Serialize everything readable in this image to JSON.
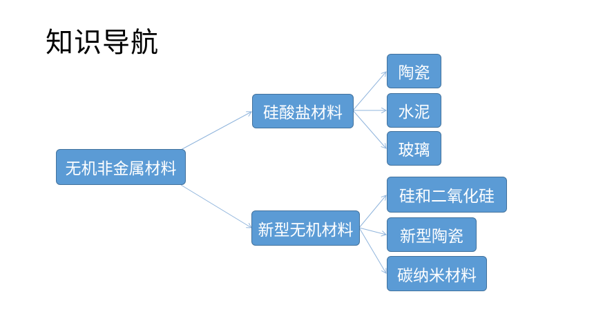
{
  "title": "知识导航",
  "colors": {
    "node_fill": "#5b9bd5",
    "node_border": "#41719c",
    "connector": "#8fb4dc"
  },
  "diagram": {
    "root": "无机非金属材料",
    "branches": [
      {
        "label": "硅酸盐材料",
        "children": [
          "陶瓷",
          "水泥",
          "玻璃"
        ]
      },
      {
        "label": "新型无机材料",
        "children": [
          "硅和二氧化硅",
          "新型陶瓷",
          "碳纳米材料"
        ]
      }
    ]
  }
}
